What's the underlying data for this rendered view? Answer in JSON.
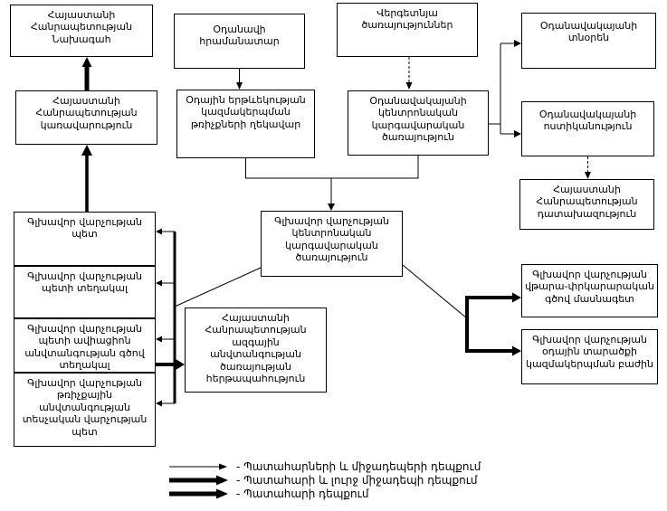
{
  "diagram": {
    "boxes": {
      "president": {
        "label": "Հայաստանի Հանրապետության Նախագահ"
      },
      "commander": {
        "label": "Օդանավի հրամանատար"
      },
      "ground_services": {
        "label": "Վերգետնյա ծառայություններ"
      },
      "airport_director": {
        "label": "Օդանավակայանի տնօրեն"
      },
      "government": {
        "label": "Հայաստանի Հանրապետության կառավարություն"
      },
      "flight_manager": {
        "label": "Օդային երթևեկության կազմակերպման թռիչքների ղեկավար"
      },
      "airport_dispatcher": {
        "label": "Օդանավակայանի կենտրոնական կարգավարական ծառայություն"
      },
      "airport_police": {
        "label": "Օդանավակայանի ոստիկանություն"
      },
      "prosecutor": {
        "label": "Հայաստանի Հանրապետության դատախազություն"
      },
      "central_dispatcher": {
        "label": "Գլխավոր վարչության կենտրոնական կարգավարական ծառայություն"
      },
      "chief_head": {
        "label": "Գլխավոր վարչության պետ"
      },
      "chief_deputy": {
        "label": "Գլխավոր վարչության պետի տեղակալ"
      },
      "aviation_security_deputy": {
        "label": "Գլխավոր վարչության պետի ավիացիոն անվտանգության գծով տեղակալ"
      },
      "flight_safety_inspection_head": {
        "label": "Գլխավոր վարչության թռիչքային անվտանգության տեսչական վարչության պետ"
      },
      "nss_duty": {
        "label": "Հայաստանի Հանրապետության ազգային անվտանգության ծառայության հերթապահություն"
      },
      "rescue_specialist": {
        "label": "Գլխավոր վարչության վթարա-փրկարարական գծով մասնագետ"
      },
      "airspace_division": {
        "label": "Գլխավոր վարչության օդային տարածքի կազմակերպման բաժին"
      }
    },
    "legend": {
      "items": [
        {
          "style": "thin",
          "label": "- Պատահարների և միջադեպերի դեպքում"
        },
        {
          "style": "double",
          "label": "- Պատահարի և լուրջ միջադեպի դեպքում"
        },
        {
          "style": "thick",
          "label": "- Պատահարի դեպքում"
        }
      ]
    },
    "colors": {
      "line": "#000000",
      "box_border": "#000000",
      "background": "#ffffff",
      "hollow_core": "#ffffff",
      "grey_connector": "#777777"
    }
  }
}
